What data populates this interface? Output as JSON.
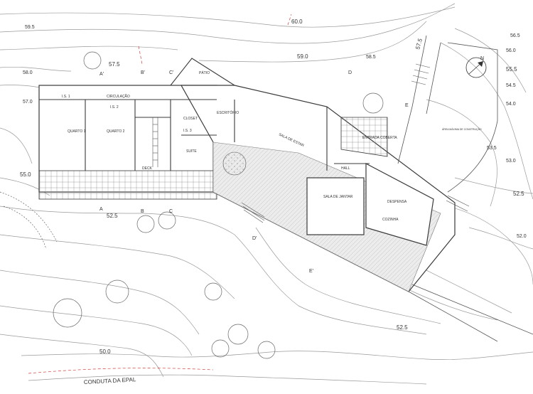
{
  "contours": {
    "c60_0": "60.0",
    "c59_5": "59.5",
    "c59_0": "59.0",
    "c58_5": "58.5",
    "c58_0": "58.0",
    "c57_5": "57.5",
    "c57_5b": "57.5",
    "c57_0": "57.0",
    "c56_5": "56.5",
    "c56_0": "56.0",
    "c55_5": "55.5",
    "c55_0": "55.0",
    "c54_5": "54.5",
    "c54_0": "54.0",
    "c53_5": "53.5",
    "c53_0": "53.0",
    "c52_5": "52.5",
    "c52_5b": "52.5",
    "c52_5c": "52.5",
    "c52_0": "52.0",
    "c50_0": "50.0"
  },
  "rooms": {
    "patio": "PÁTIO",
    "circulacao": "CIRCULAÇÃO",
    "is1": "I.S. 1",
    "is2": "I.S. 2",
    "is3": "I.S. 3",
    "quarto1": "QUARTO 1",
    "quarto2": "QUARTO 2",
    "closet": "CLOSET",
    "escritorio": "ESCRITÓRIO",
    "suite": "SUITE",
    "deck": "DECK",
    "sala_estar": "SALA DE ESTAR",
    "hall": "HALL",
    "sala_jantar": "SALA DE JANTAR",
    "cozinha": "COZINHA",
    "despensa": "DESPENSA",
    "entrada": "ENTRADA COBERTA"
  },
  "section_marks": {
    "a": "A",
    "a2": "A'",
    "b": "B",
    "b2": "B'",
    "c": "C",
    "c2": "C'",
    "d": "D",
    "d2": "D'",
    "e": "E",
    "e2": "E'"
  },
  "annotations": {
    "conduta": "CONDUTA DA EPAL",
    "limite": "ÁREA MÁXIMA DE CONSTRUÇÃO"
  },
  "north_arrow": {
    "label": "N",
    "icon": "north-arrow-icon"
  },
  "colors": {
    "line": "#3a3a3a",
    "contour": "#9a9a9a",
    "hatch": "#cfcfcf",
    "redline": "#d04040"
  }
}
